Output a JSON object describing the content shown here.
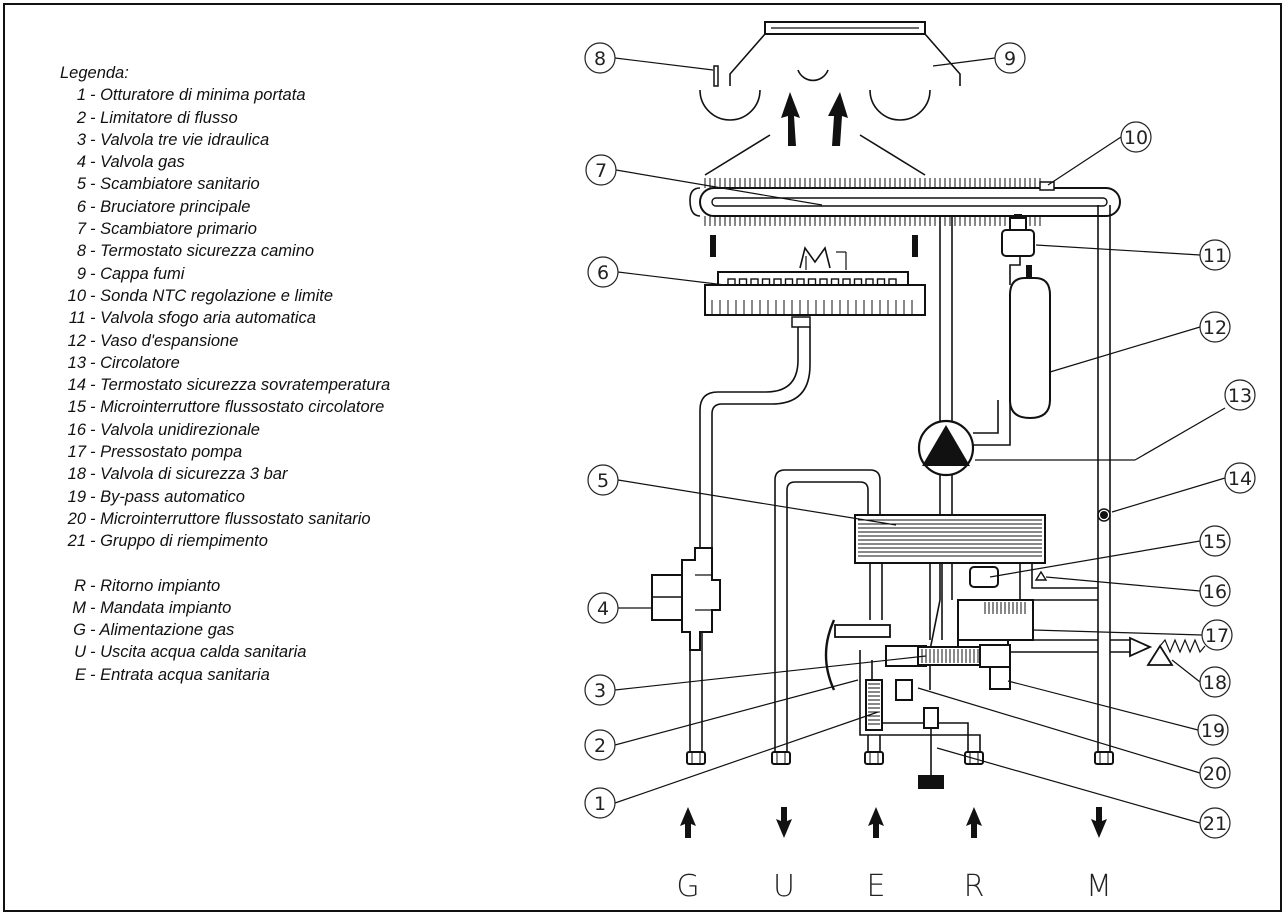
{
  "legend": {
    "title": "Legenda:",
    "items": [
      {
        "num": "1",
        "label": "- Otturatore di minima portata"
      },
      {
        "num": "2",
        "label": "- Limitatore di flusso"
      },
      {
        "num": "3",
        "label": "- Valvola tre vie idraulica"
      },
      {
        "num": "4",
        "label": "- Valvola gas"
      },
      {
        "num": "5",
        "label": "- Scambiatore sanitario"
      },
      {
        "num": "6",
        "label": "- Bruciatore principale"
      },
      {
        "num": "7",
        "label": "- Scambiatore primario"
      },
      {
        "num": "8",
        "label": "- Termostato sicurezza camino"
      },
      {
        "num": "9",
        "label": "- Cappa fumi"
      },
      {
        "num": "10",
        "label": "- Sonda NTC regolazione e limite"
      },
      {
        "num": "11",
        "label": "- Valvola sfogo aria automatica"
      },
      {
        "num": "12",
        "label": "- Vaso d'espansione"
      },
      {
        "num": "13",
        "label": "- Circolatore"
      },
      {
        "num": "14",
        "label": "- Termostato sicurezza sovratemperatura"
      },
      {
        "num": "15",
        "label": "- Microinterruttore flussostato circolatore"
      },
      {
        "num": "16",
        "label": "- Valvola unidirezionale"
      },
      {
        "num": "17",
        "label": "- Pressostato pompa"
      },
      {
        "num": "18",
        "label": "- Valvola di sicurezza 3 bar"
      },
      {
        "num": "19",
        "label": "- By-pass automatico"
      },
      {
        "num": "20",
        "label": "- Microinterruttore flussostato sanitario"
      },
      {
        "num": "21",
        "label": "- Gruppo di riempimento"
      }
    ],
    "connections": [
      {
        "num": "R",
        "label": "- Ritorno impianto"
      },
      {
        "num": "M",
        "label": "- Mandata impianto"
      },
      {
        "num": "G",
        "label": "- Alimentazione gas"
      },
      {
        "num": "U",
        "label": "- Uscita acqua calda sanitaria"
      },
      {
        "num": "E",
        "label": "- Entrata acqua sanitaria"
      }
    ]
  },
  "callouts": [
    "1",
    "2",
    "3",
    "4",
    "5",
    "6",
    "7",
    "8",
    "9",
    "10",
    "11",
    "12",
    "13",
    "14",
    "15",
    "16",
    "17",
    "18",
    "19",
    "20",
    "21"
  ],
  "ports": [
    {
      "letter": "G",
      "direction": "up"
    },
    {
      "letter": "U",
      "direction": "down"
    },
    {
      "letter": "E",
      "direction": "up"
    },
    {
      "letter": "R",
      "direction": "up"
    },
    {
      "letter": "M",
      "direction": "down"
    }
  ]
}
